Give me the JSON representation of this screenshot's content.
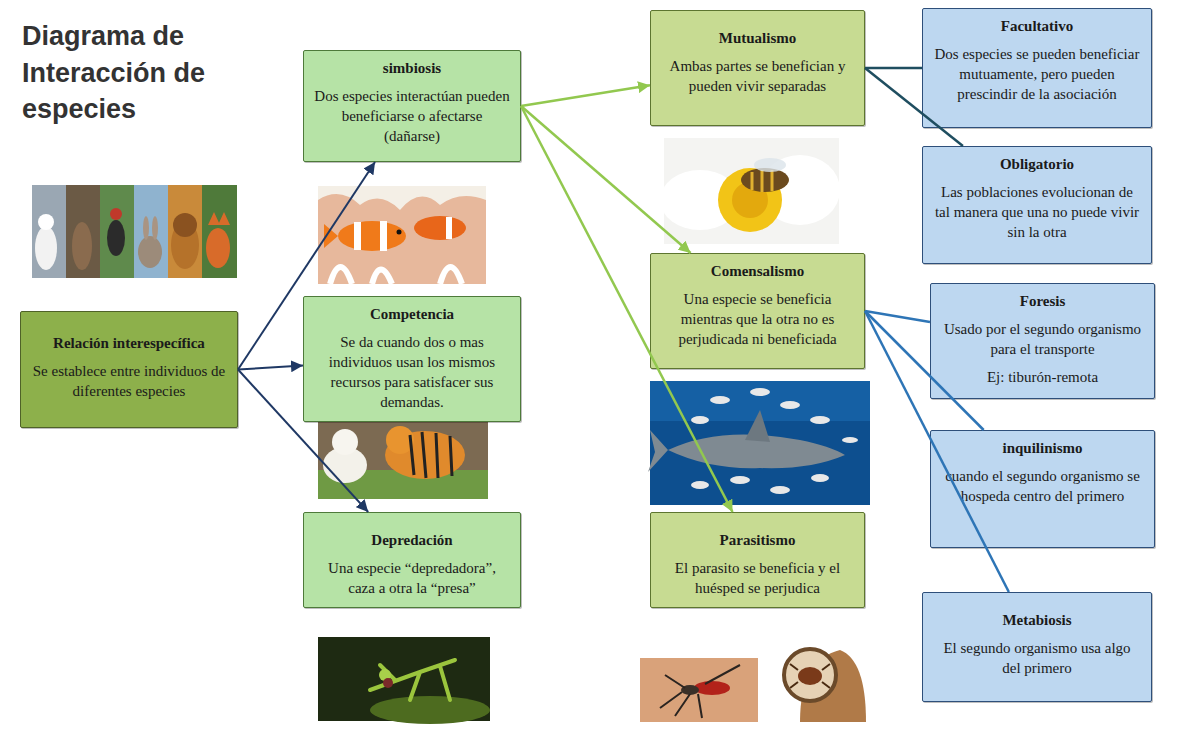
{
  "diagram": {
    "title": "Diagrama de Interacción de especies",
    "nodes": [
      {
        "text": [
          "Relación interespecífica",
          "Se establece entre individuos de diferentes especies"
        ]
      },
      {
        "text": [
          "simbiosis",
          "Dos especies interactúan pueden beneficiarse o afectarse (dañarse)"
        ]
      },
      {
        "text": [
          "Competencia",
          "Se da cuando dos o mas individuos usan los mismos recursos para satisfacer sus demandas."
        ]
      },
      {
        "text": [
          "Depredación",
          "Una especie “depredadora”, caza a otra la “presa”"
        ]
      },
      {
        "text": [
          "Mutualismo",
          "Ambas partes se benefician y pueden vivir separadas"
        ]
      },
      {
        "text": [
          "Comensalismo",
          "Una especie se beneficia mientras que la otra no es perjudicada ni beneficiada"
        ]
      },
      {
        "text": [
          "Parasitismo",
          "El parasito se beneficia y el huésped se perjudica"
        ]
      },
      {
        "text": [
          "Facultativo",
          "Dos especies se pueden beneficiar mutuamente, pero pueden prescindir de la asociación"
        ]
      },
      {
        "text": [
          "Obligatorio",
          "Las poblaciones evolucionan de tal manera que una no puede vivir sin la otra"
        ]
      },
      {
        "text": [
          "Foresis",
          "Usado por el segundo organismo para el transporte",
          "Ej: tiburón-remota"
        ]
      },
      {
        "text": [
          "inquilinismo",
          "cuando el segundo organismo se hospeda centro del primero"
        ]
      },
      {
        "text": [
          "Metabiosis",
          "El segundo organismo usa algo del primero"
        ]
      }
    ],
    "edges": [
      {
        "from": 0,
        "to": 1,
        "arrow": "to"
      },
      {
        "from": 0,
        "to": 2,
        "arrow": "to"
      },
      {
        "from": 0,
        "to": 3,
        "arrow": "to"
      },
      {
        "from": 1,
        "to": 4,
        "arrow": "to"
      },
      {
        "from": 1,
        "to": 5,
        "arrow": "to"
      },
      {
        "from": 1,
        "to": 6,
        "arrow": "to"
      },
      {
        "from": 4,
        "to": 7,
        "arrow": "none"
      },
      {
        "from": 4,
        "to": 8,
        "arrow": "none"
      },
      {
        "from": 5,
        "to": 9,
        "arrow": "none"
      },
      {
        "from": 5,
        "to": 10,
        "arrow": "none"
      },
      {
        "from": 5,
        "to": 11,
        "arrow": "none"
      }
    ]
  }
}
